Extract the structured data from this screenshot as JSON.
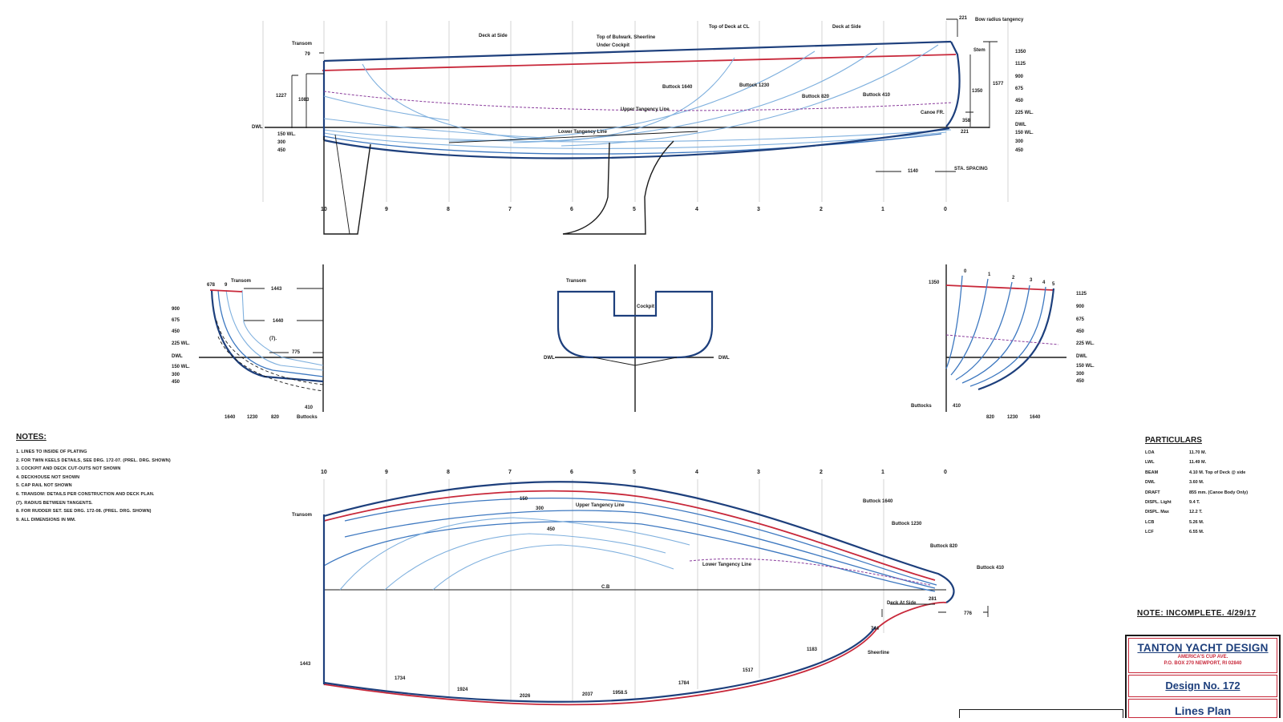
{
  "profile": {
    "title_labels": {
      "deck_at_side_aft": "Deck at Side",
      "top_of_bulwark": "Top of Bulwark. Sheerline",
      "under_cockpit": "Under Cockpit",
      "top_of_deck_cl": "Top of Deck at CL",
      "deck_at_side_fwd": "Deck at Side",
      "bow_radius": "Bow radius tangency",
      "transom": "Transom",
      "stem": "Stem",
      "upper_tangency": "Upper Tangency Line",
      "lower_tangency": "Lower Tangency Line",
      "canoe_fr": "Canoe FR.",
      "sta_spacing": "STA. SPACING",
      "buttock_1640": "Buttock 1640",
      "buttock_1230": "Buttock 1230",
      "buttock_820": "Buttock 820",
      "buttock_410": "Buttock 410"
    },
    "dims": {
      "d79": "79",
      "d1227": "1227",
      "d1083": "1083",
      "d221_top": "221",
      "d1350": "1350",
      "d1577": "1577",
      "d358": "358",
      "d221_bot": "221",
      "d1140": "1140",
      "dwl": "DWL"
    },
    "wl_left": [
      "150 WL.",
      "300",
      "450"
    ],
    "wl_right": [
      "1350",
      "1125",
      "900",
      "675",
      "450",
      "225 WL.",
      "DWL",
      "150 WL.",
      "300",
      "450"
    ],
    "stations": [
      "10",
      "9",
      "8",
      "7",
      "6",
      "5",
      "4",
      "3",
      "2",
      "1",
      "0"
    ]
  },
  "sections": {
    "aft": {
      "top_labels": [
        "678",
        "9",
        "Transom"
      ],
      "dims": [
        "1443",
        "1440",
        "(7).",
        "775",
        "410"
      ],
      "wl": [
        "900",
        "675",
        "450",
        "225 WL.",
        "DWL",
        "150 WL.",
        "300",
        "450"
      ],
      "buttocks": [
        "1640",
        "1230",
        "820",
        "Buttocks"
      ]
    },
    "transom": {
      "transom_label": "Transom",
      "cockpit_label": "Cockpit",
      "dwl_left": "DWL",
      "dwl_right": "DWL"
    },
    "fwd": {
      "top_labels": [
        "0",
        "1",
        "2",
        "3",
        "4",
        "5"
      ],
      "d1350": "1350",
      "wl": [
        "1125",
        "900",
        "675",
        "450",
        "225 WL.",
        "DWL",
        "150 WL.",
        "300",
        "450"
      ],
      "buttocks_label": "Buttocks",
      "buttocks": [
        "410",
        "820",
        "1230",
        "1640"
      ]
    }
  },
  "plan": {
    "stations": [
      "10",
      "9",
      "8",
      "7",
      "6",
      "5",
      "4",
      "3",
      "2",
      "1",
      "0"
    ],
    "labels": {
      "transom": "Transom",
      "upper_tangency": "Upper Tangency Line",
      "lower_tangency": "Lower Tangency Line",
      "buttock_1640": "Buttock 1640",
      "buttock_1230": "Buttock 1230",
      "buttock_820": "Buttock 820",
      "buttock_410": "Buttock 410",
      "deck_at_side": "Deck At Side",
      "sheerline": "Sheerline",
      "cb": "C.B"
    },
    "wl": [
      "150",
      "300",
      "450"
    ],
    "half_breadths": [
      "1443",
      "1734",
      "1924",
      "2026",
      "2037",
      "1958.5",
      "1784",
      "1517",
      "1183",
      "744"
    ],
    "d281": "281",
    "d776": "776"
  },
  "notes": {
    "heading": "NOTES:",
    "items": [
      "1. LINES TO INSIDE OF PLATING",
      "2. FOR TWIN KEELS DETAILS, SEE DRG. 172-07. (PREL. DRG. SHOWN)",
      "3. COCKPIT AND DECK CUT-OUTS NOT SHOWN",
      "4. DECKHOUSE NOT SHOWN",
      "5. CAP RAIL NOT SHOWN",
      "6. TRANSOM: DETAILS PER CONSTRUCTION AND DECK PLAN.",
      "(7). RADIUS BETWEEN TANGENTS.",
      "8. FOR RUDDER SET. SEE DRG. 172-08. (PREL. DRG. SHOWN)",
      "9. ALL DIMENSIONS IN MM."
    ]
  },
  "particulars": {
    "heading": "PARTICULARS",
    "rows": [
      {
        "k": "LOA",
        "v": "11.70 M."
      },
      {
        "k": "LWL",
        "v": "11.49 M."
      },
      {
        "k": "BEAM",
        "v": "4.10 M. Top of Deck @ side"
      },
      {
        "k": "DWL",
        "v": "3.60 M."
      },
      {
        "k": "DRAFT",
        "v": "855 mm. (Canoe Body Only)"
      },
      {
        "k": "DISPL. Light",
        "v": "9.4 T."
      },
      {
        "k": "DISPL. Max",
        "v": "12.2 T."
      },
      {
        "k": "LCB",
        "v": "5.26 M."
      },
      {
        "k": "LCF",
        "v": "6.55 M."
      }
    ]
  },
  "status_note": "NOTE: INCOMPLETE. 4/29/17",
  "title_block": {
    "firm": "TANTON YACHT DESIGN",
    "firm_sub1": "AMERICA'S CUP AVE.",
    "firm_sub2": "P.O. BOX 270 NEWPORT, RI 02840",
    "design": "Design No. 172",
    "sheet_title": "Lines Plan"
  },
  "colors": {
    "navy": "#1d3f7c",
    "red": "#c8283a",
    "blue": "#3d78c0",
    "light_blue": "#7fb0de",
    "purple": "#8a3c9c"
  }
}
